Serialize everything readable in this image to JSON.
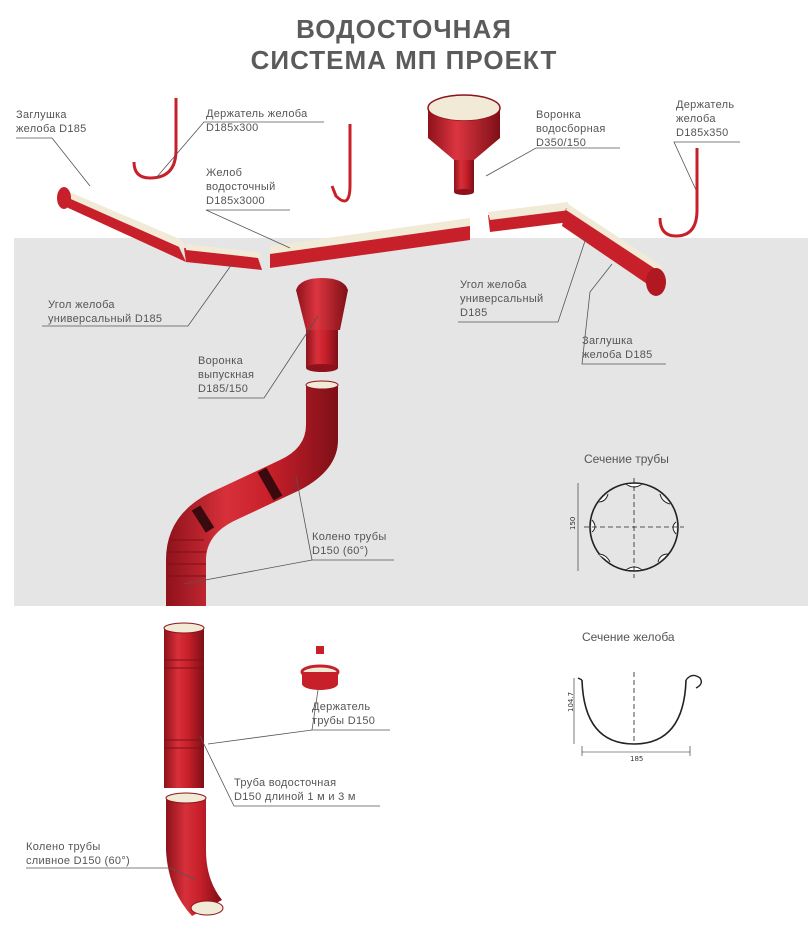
{
  "title": {
    "line1": "ВОДОСТОЧНАЯ",
    "line2": "СИСТЕМА МП ПРОЕКТ"
  },
  "colors": {
    "product_red": "#c8202a",
    "dark_red": "#8e121b",
    "inner_cream": "#f1ead6",
    "band_gray": "#e5e5e5",
    "leader": "#555555"
  },
  "labels": {
    "end_cap_left": [
      "Заглушка",
      "желоба D185"
    ],
    "gutter_holder_300": [
      "Держатель желоба",
      "D185х300"
    ],
    "funnel_collector": [
      "Воронка",
      "водосборная",
      "D350/150"
    ],
    "gutter_holder_350": [
      "Держатель",
      "желоба",
      "D185х350"
    ],
    "gutter": [
      "Желоб",
      "водосточный",
      "D185х3000"
    ],
    "corner_left": [
      "Угол желоба",
      "универсальный D185"
    ],
    "corner_right": [
      "Угол желоба",
      "универсальный",
      "D185"
    ],
    "end_cap_right": [
      "Заглушка",
      "желоба D185"
    ],
    "outlet_funnel": [
      "Воронка",
      "выпускная",
      "D185/150"
    ],
    "pipe_elbow": [
      "Колено трубы",
      "D150 (60°)"
    ],
    "pipe_holder": [
      "Держатель",
      "трубы D150"
    ],
    "pipe": [
      "Труба водосточная",
      "D150 длиной 1 м и 3 м"
    ],
    "drain_elbow": [
      "Колено трубы",
      "сливное D150 (60°)"
    ]
  },
  "sections": {
    "pipe": {
      "title": "Сечение трубы",
      "dim": "150"
    },
    "gutter": {
      "title": "Сечение желоба",
      "dim_height": "104.7",
      "dim_width": "185"
    }
  }
}
